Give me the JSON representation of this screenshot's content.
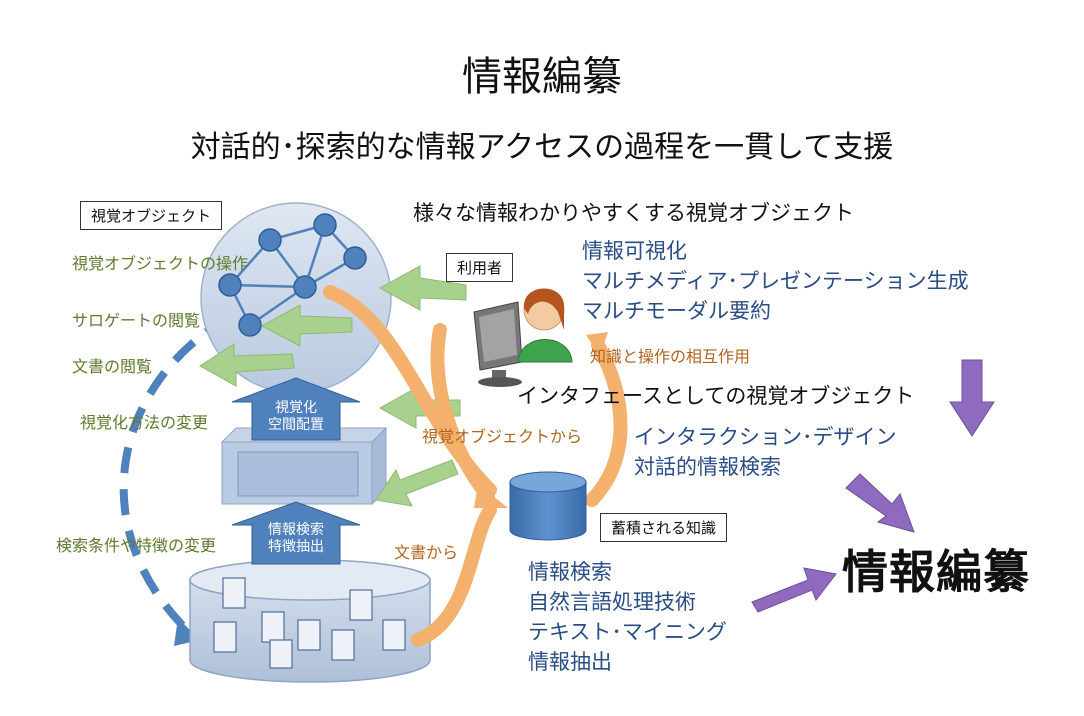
{
  "title": "情報編纂",
  "subtitle": "対話的･探索的な情報アクセスの過程を一貫して支援",
  "heading_visual": "様々な情報わかりやすくする視覚オブジェクト",
  "heading_interface": "インタフェースとしての視覚オブジェクト",
  "box_labels": {
    "visual_object": "視覚オブジェクト",
    "user": "利用者",
    "knowledge": "蓄積される知識"
  },
  "left_actions": [
    "視覚オブジェクトの操作",
    "サロゲートの閲覧",
    "文書の閲覧",
    "視覚化方法の変更",
    "検索条件や特徴の変更"
  ],
  "stack_arrows": {
    "upper": [
      "視覚化",
      "空間配置"
    ],
    "lower": [
      "情報検索",
      "特徴抽出"
    ]
  },
  "orange_labels": {
    "knowledge_interaction": "知識と操作の相互作用",
    "from_visual": "視覚オブジェクトから",
    "from_docs": "文書から"
  },
  "techniques_visual": [
    "情報可視化",
    "マルチメディア･プレゼンテーション生成",
    "マルチモーダル要約"
  ],
  "techniques_interface": [
    "インタラクション･デザイン",
    "対話的情報検索"
  ],
  "techniques_knowledge": [
    "情報検索",
    "自然言語処理技術",
    "テキスト･マイニング",
    "情報抽出"
  ],
  "result_label": "情報編纂",
  "colors": {
    "green_text": "#5f7a2c",
    "orange_text": "#b0641e",
    "blue_text": "#2a4d86",
    "green_arrow": "#a9d18e",
    "orange_arrow": "#f4b16e",
    "purple_arrow": "#8e6bbf",
    "steel_blue": "#4f81bd"
  }
}
